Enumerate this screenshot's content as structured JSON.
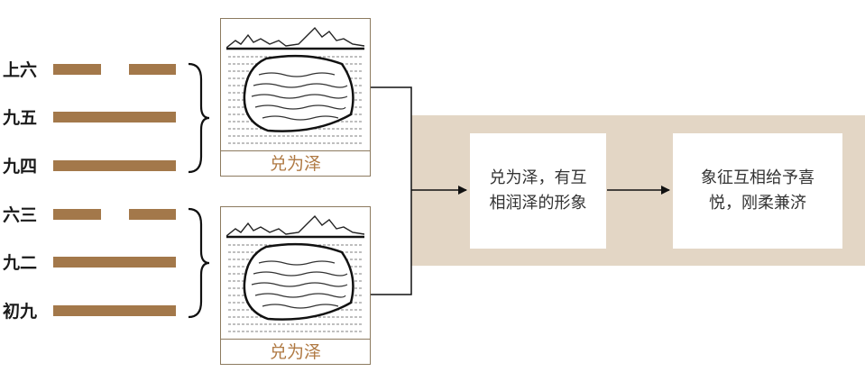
{
  "lines": [
    {
      "name": "上六",
      "type": "yin"
    },
    {
      "name": "九五",
      "type": "yang"
    },
    {
      "name": "九四",
      "type": "yang"
    },
    {
      "name": "六三",
      "type": "yin"
    },
    {
      "name": "九二",
      "type": "yang"
    },
    {
      "name": "初九",
      "type": "yang"
    }
  ],
  "trigrams": [
    {
      "caption": "兑为泽"
    },
    {
      "caption": "兑为泽"
    }
  ],
  "boxes": {
    "meaning": "兑为泽，有互相润泽的形象",
    "symbolism": "象征互相给予喜悦，刚柔兼济"
  },
  "colors": {
    "line": "#a3784a",
    "band": "#e3d6c5",
    "caption": "#b07a44",
    "frame": "#8c7a5f"
  }
}
